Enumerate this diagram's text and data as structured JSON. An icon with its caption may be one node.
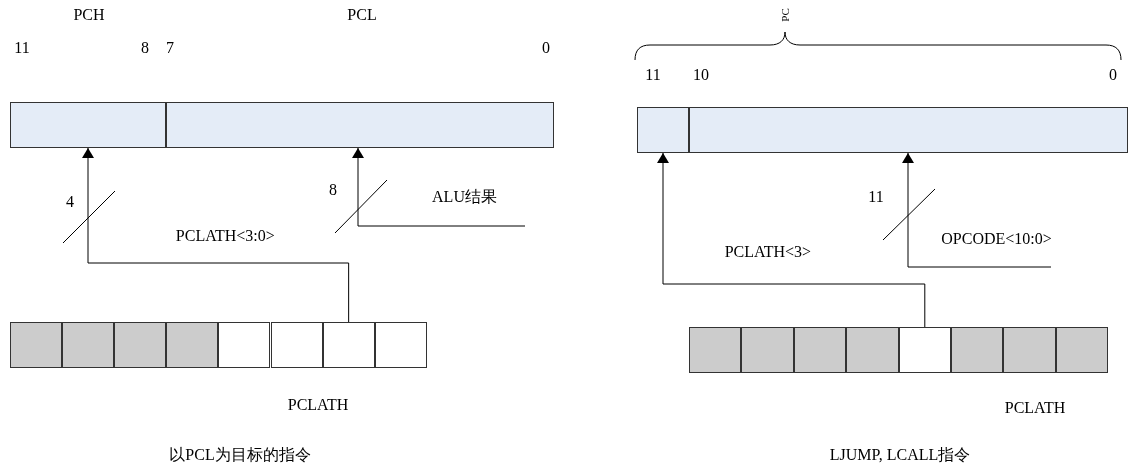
{
  "diagram": {
    "nodes": [
      {
        "text": [],
        "shape": "box"
      },
      {
        "text": [],
        "shape": "box"
      },
      {
        "text": [],
        "shape": "box"
      },
      {
        "text": [],
        "shape": "box"
      },
      {
        "text": [],
        "shape": "box"
      },
      {
        "text": [],
        "shape": "box"
      },
      {
        "text": [],
        "shape": "box"
      },
      {
        "text": [],
        "shape": "box"
      },
      {
        "text": [],
        "shape": "box"
      },
      {
        "text": [],
        "shape": "box"
      },
      {
        "text": [],
        "shape": "box"
      },
      {
        "text": [],
        "shape": "box"
      },
      {
        "text": [],
        "shape": "box"
      },
      {
        "text": [],
        "shape": "box"
      },
      {
        "text": [],
        "shape": "box"
      },
      {
        "text": [],
        "shape": "box"
      },
      {
        "text": [],
        "shape": "box"
      },
      {
        "text": [],
        "shape": "box"
      },
      {
        "text": [],
        "shape": "box"
      },
      {
        "text": [],
        "shape": "box"
      }
    ],
    "edges": [
      {
        "from": 8,
        "to": 0,
        "arrow": "to",
        "label": "PCLATH<3:0>"
      },
      {
        "from": null,
        "to": 1,
        "arrow": "to",
        "label": "ALU结果"
      },
      {
        "from": 16,
        "to": 10,
        "arrow": "to",
        "label": "PCLATH<3>"
      },
      {
        "from": null,
        "to": 11,
        "arrow": "to",
        "label": "OPCODE<10:0>"
      }
    ],
    "labels": [
      "PCH",
      "PCL",
      "11",
      "8",
      "7",
      "0",
      "4",
      "8",
      "PCLATH",
      "以PCL为目标的指令",
      "PC",
      "11",
      "10",
      "0",
      "11",
      "PCLATH",
      "LJUMP, LCALL指令"
    ]
  }
}
